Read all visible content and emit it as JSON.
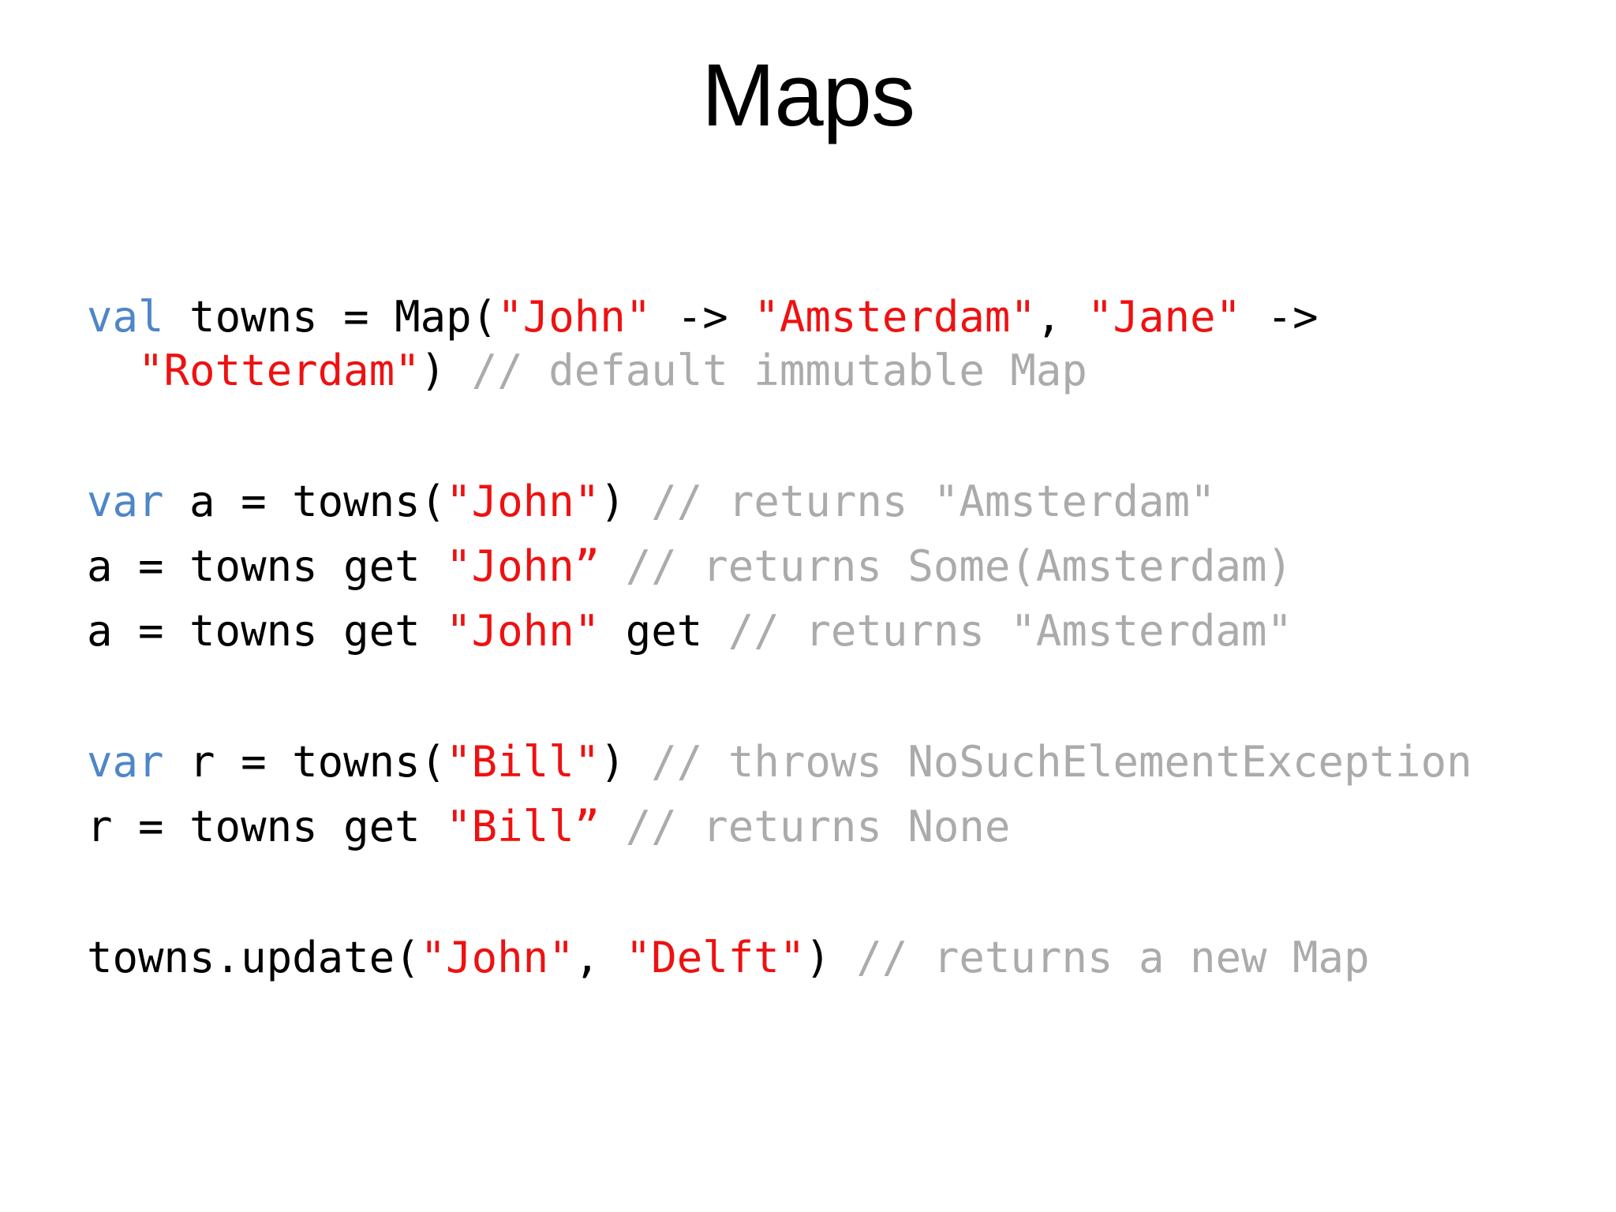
{
  "title": "Maps",
  "code": {
    "colors": {
      "keyword": "#4e86c8",
      "string": "#ee1111",
      "comment": "#ababab",
      "plain": "#000000"
    },
    "blocks": [
      {
        "lines": [
          {
            "wrap": false,
            "segments": [
              {
                "t": "val",
                "c": "keyword"
              },
              {
                "t": " towns = Map(",
                "c": "plain"
              },
              {
                "t": "\"John\"",
                "c": "string"
              },
              {
                "t": " -> ",
                "c": "plain"
              },
              {
                "t": "\"Amsterdam\"",
                "c": "string"
              },
              {
                "t": ", ",
                "c": "plain"
              },
              {
                "t": "\"Jane\"",
                "c": "string"
              },
              {
                "t": " ->",
                "c": "plain"
              }
            ]
          },
          {
            "wrap": true,
            "segments": [
              {
                "t": "  ",
                "c": "plain"
              },
              {
                "t": "\"Rotterdam\"",
                "c": "string"
              },
              {
                "t": ") ",
                "c": "plain"
              },
              {
                "t": "// default immutable Map",
                "c": "comment"
              }
            ]
          }
        ]
      },
      {
        "lines": [
          {
            "wrap": false,
            "segments": [
              {
                "t": "var",
                "c": "keyword"
              },
              {
                "t": " a = towns(",
                "c": "plain"
              },
              {
                "t": "\"John\"",
                "c": "string"
              },
              {
                "t": ") ",
                "c": "plain"
              },
              {
                "t": "// returns \"Amsterdam\"",
                "c": "comment"
              }
            ]
          },
          {
            "wrap": false,
            "segments": [
              {
                "t": "a = towns get ",
                "c": "plain"
              },
              {
                "t": "\"John”",
                "c": "string"
              },
              {
                "t": " ",
                "c": "plain"
              },
              {
                "t": "// returns Some(Amsterdam)",
                "c": "comment"
              }
            ]
          },
          {
            "wrap": false,
            "segments": [
              {
                "t": "a = towns get ",
                "c": "plain"
              },
              {
                "t": "\"John\"",
                "c": "string"
              },
              {
                "t": " get ",
                "c": "plain"
              },
              {
                "t": "// returns \"Amsterdam\"",
                "c": "comment"
              }
            ]
          }
        ]
      },
      {
        "lines": [
          {
            "wrap": false,
            "segments": [
              {
                "t": "var",
                "c": "keyword"
              },
              {
                "t": " r = towns(",
                "c": "plain"
              },
              {
                "t": "\"Bill\"",
                "c": "string"
              },
              {
                "t": ") ",
                "c": "plain"
              },
              {
                "t": "// throws NoSuchElementException",
                "c": "comment"
              }
            ]
          },
          {
            "wrap": false,
            "segments": [
              {
                "t": "r = towns get ",
                "c": "plain"
              },
              {
                "t": "\"Bill”",
                "c": "string"
              },
              {
                "t": " ",
                "c": "plain"
              },
              {
                "t": "// returns None",
                "c": "comment"
              }
            ]
          }
        ]
      },
      {
        "lines": [
          {
            "wrap": false,
            "segments": [
              {
                "t": "towns.update(",
                "c": "plain"
              },
              {
                "t": "\"John\"",
                "c": "string"
              },
              {
                "t": ", ",
                "c": "plain"
              },
              {
                "t": "\"Delft\"",
                "c": "string"
              },
              {
                "t": ") ",
                "c": "plain"
              },
              {
                "t": "// returns a new Map",
                "c": "comment"
              }
            ]
          }
        ]
      }
    ]
  }
}
